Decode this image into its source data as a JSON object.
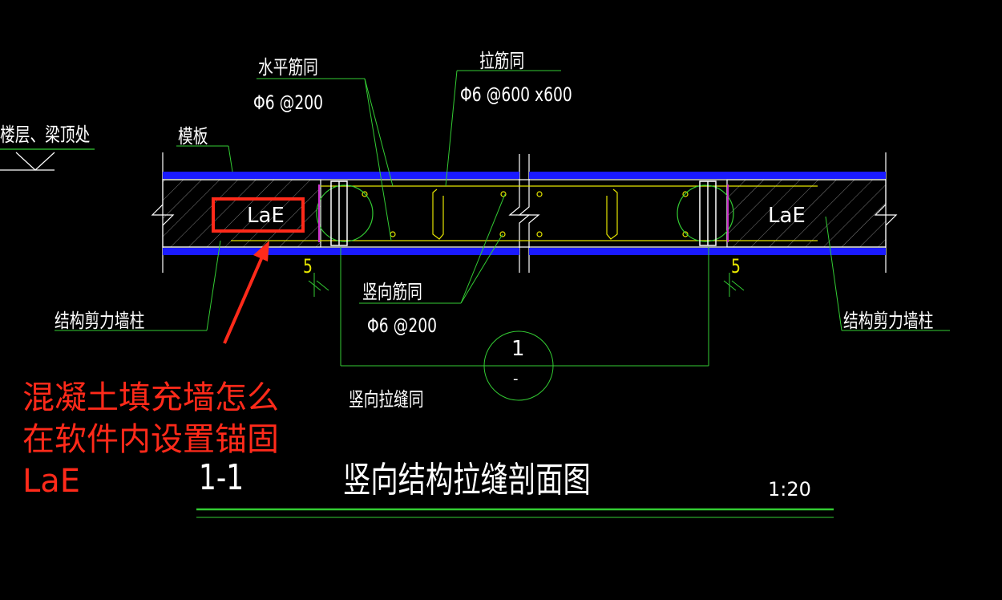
{
  "labels": {
    "floor_beam_top": "楼层、梁顶处",
    "formwork": "模板",
    "horizontal_bar": "水平筋同",
    "horizontal_bar_spec": "Φ6 @200",
    "tie_bar": "拉筋同",
    "tie_bar_spec": "Φ6 @600 x600",
    "vertical_bar": "竖向筋同",
    "vertical_bar_spec": "Φ6 @200",
    "shear_wall_left": "结构剪力墙柱",
    "shear_wall_right": "结构剪力墙柱",
    "lae_left": "LaE",
    "lae_right": "LaE",
    "dim_left": "5",
    "dim_right": "5",
    "vertical_seam": "竖向拉缝同",
    "detail_number": "1",
    "detail_sheet": "-"
  },
  "title": {
    "section": "1-1",
    "name": "竖向结构拉缝剖面图",
    "scale": "1:20"
  },
  "annotation": {
    "line1": "混凝土填充墙怎么",
    "line2": "在软件内设置锚固",
    "line3": "LaE"
  },
  "colors": {
    "background": "#000000",
    "leader": "#33cc33",
    "rebar": "#e6e600",
    "formwork": "#1a1aff",
    "wall_outline": "#ffffff",
    "annotation": "#ff2a1a",
    "hatch": "#8a8a8a"
  }
}
